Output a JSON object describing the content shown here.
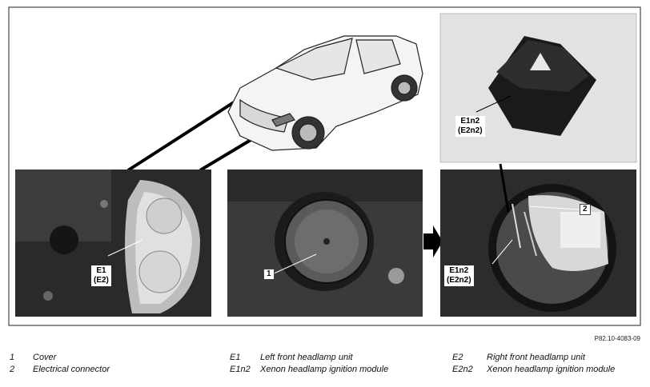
{
  "figure": {
    "figure_id": "P82.10-4083-09",
    "labels": {
      "e1_main": "E1",
      "e1_sub": "(E2)",
      "e1n2_top_main": "E1n2",
      "e1n2_top_sub": "(E2n2)",
      "e1n2_bottom_main": "E1n2",
      "e1n2_bottom_sub": "(E2n2)",
      "callout_1": "1",
      "callout_2": "2"
    }
  },
  "legend": [
    {
      "key": "1",
      "desc": "Cover"
    },
    {
      "key": "2",
      "desc": "Electrical connector"
    },
    {
      "key": "E1",
      "desc": "Left front headlamp unit"
    },
    {
      "key": "E1n2",
      "desc": "Xenon headlamp ignition module"
    },
    {
      "key": "E2",
      "desc": "Right front headlamp unit"
    },
    {
      "key": "E2n2",
      "desc": "Xenon headlamp ignition module"
    }
  ]
}
